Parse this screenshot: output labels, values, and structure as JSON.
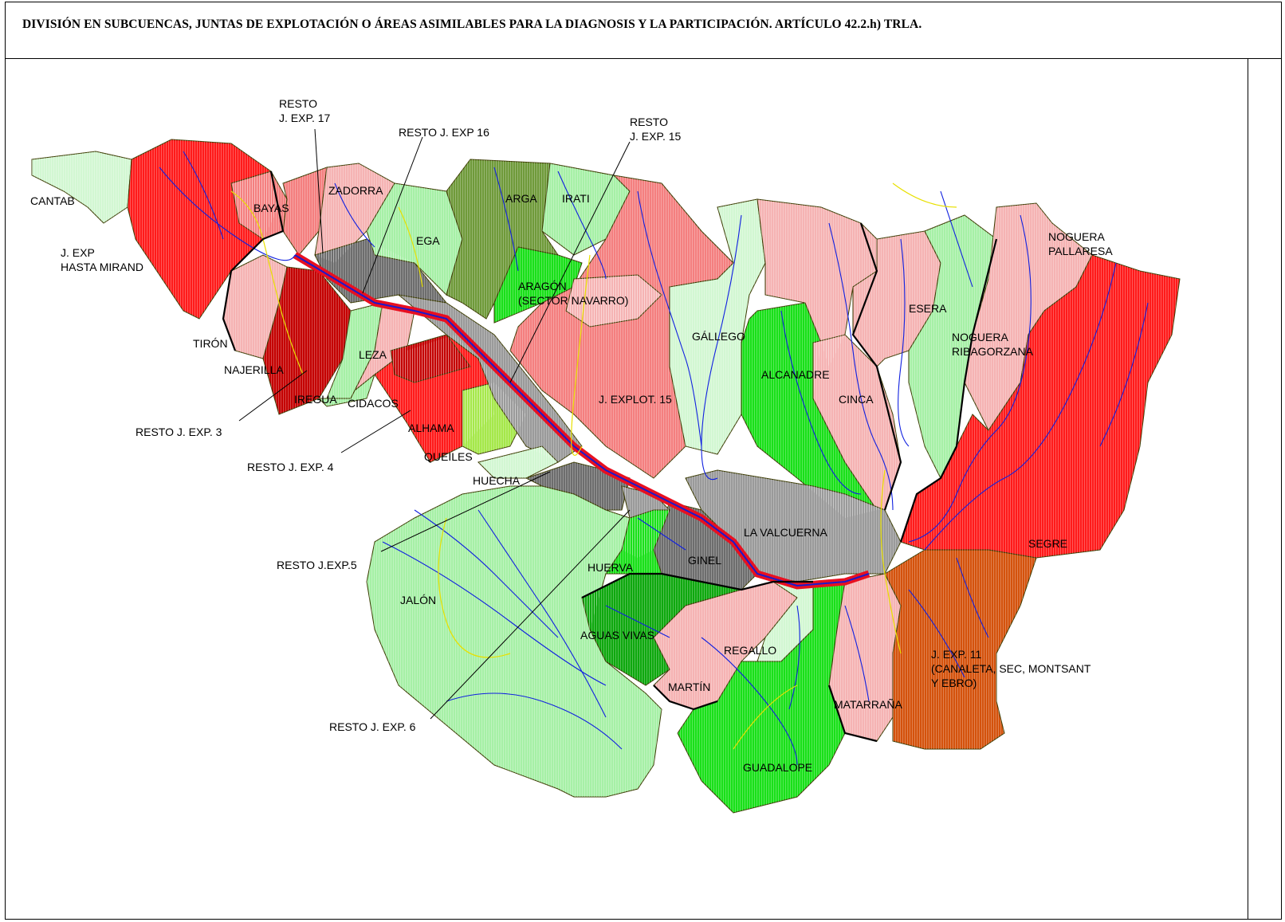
{
  "title": "DIVISIÓN EN SUBCUENCAS, JUNTAS DE EXPLOTACIÓN O ÁREAS ASIMILABLES PARA LA DIAGNOSIS Y LA PARTICIPACIÓN. ARTÍCULO 42.2.h) TRLA.",
  "colors": {
    "red": "#ff1a1a",
    "salmon": "#f47f7f",
    "pink": "#f5b3b3",
    "lightgreen": "#a6f0a6",
    "paleGreen": "#d2f7d2",
    "green": "#19e019",
    "darkgreen": "#0ea80e",
    "olive": "#6f9a3a",
    "gray": "#9a9a9a",
    "darkgray": "#6d6d6d",
    "darkred": "#c40000",
    "orange": "#d4520c",
    "lime": "#a5e84a",
    "river": "#1020e0",
    "border": "#e8e000"
  },
  "labels": {
    "cantab": "CANTAB",
    "jexp_hasta_1": "J. EXP",
    "jexp_hasta_2": "HASTA MIRAND",
    "resto17_1": "RESTO",
    "resto17_2": "J. EXP. 17",
    "resto16": "RESTO J. EXP 16",
    "resto15_1": "RESTO",
    "resto15_2": "J. EXP. 15",
    "bayas": "BAYAS",
    "zadorra": "ZADORRA",
    "arga": "ARGA",
    "irati": "IRATI",
    "ega": "EGA",
    "aragon_1": "ARAGÓN",
    "aragon_2": "(SECTOR NAVARRO)",
    "noguera_pallaresa_1": "NOGUERA",
    "noguera_pallaresa_2": "PALLARESA",
    "esera": "ESERA",
    "noguera_ribagorzana_1": "NOGUERA",
    "noguera_ribagorzana_2": "RIBAGORZANA",
    "tiron": "TIRÓN",
    "najerilla": "NAJERILLA",
    "leza": "LEZA",
    "gallego": "GÁLLEGO",
    "alcanadre": "ALCANADRE",
    "cinca": "CINCA",
    "iregua": "IREGUA",
    "cidacos": "CIDACOS",
    "jexplot15": "J. EXPLOT. 15",
    "alhama": "ALHAMA",
    "resto3": "RESTO J. EXP. 3",
    "resto4": "RESTO J. EXP. 4",
    "queiles": "QUEILES",
    "huecha": "HUECHA",
    "segre": "SEGRE",
    "valcuerna": "LA VALCUERNA",
    "resto5": "RESTO J.EXP.5",
    "ginel": "GINEL",
    "huerva": "HUERVA",
    "jalon": "JALÓN",
    "aguas_vivas": "AGUAS VIVAS",
    "regallo": "REGALLO",
    "jexp11_1": "J. EXP. 11",
    "jexp11_2": "(CANALETA, SEC, MONTSANT",
    "jexp11_3": "Y EBRO)",
    "martin": "MARTÍN",
    "matarrana": "MATARRAÑA",
    "resto6": "RESTO J. EXP. 6",
    "guadalope": "GUADALOPE"
  }
}
